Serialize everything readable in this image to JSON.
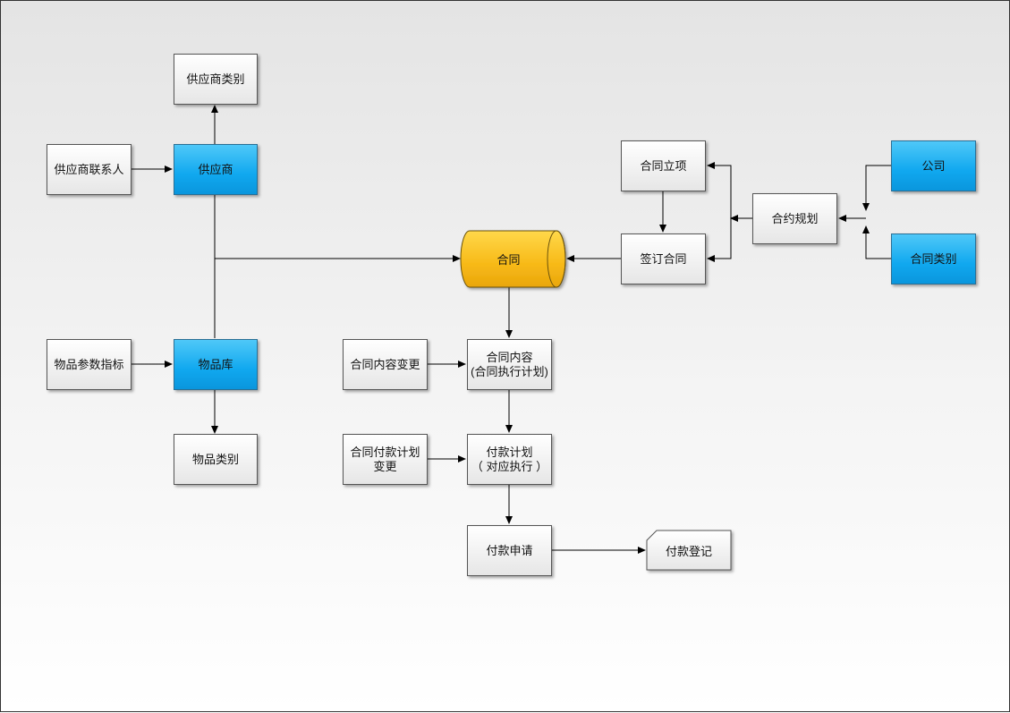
{
  "nodes": {
    "supplier_category": "供应商类别",
    "supplier_contact": "供应商联系人",
    "supplier": "供应商",
    "item_param_index": "物品参数指标",
    "item_library": "物品库",
    "item_category": "物品类别",
    "contract": "合同",
    "contract_content_change": "合同内容变更",
    "contract_content_line1": "合同内容",
    "contract_content_line2": "(合同执行计划)",
    "payment_plan_change_line1": "合同付款计划",
    "payment_plan_change_line2": "变更",
    "payment_plan_line1": "付款计划",
    "payment_plan_line2": "（ 对应执行 ）",
    "payment_request": "付款申请",
    "payment_registration": "付款登记",
    "contract_initiation": "合同立项",
    "contract_signing": "签订合同",
    "contract_planning": "合约规划",
    "company": "公司",
    "contract_category": "合同类别"
  },
  "colors": {
    "entity_blue": "#10a8ef",
    "contract_gold": "#f5b81a",
    "line": "#000000"
  }
}
